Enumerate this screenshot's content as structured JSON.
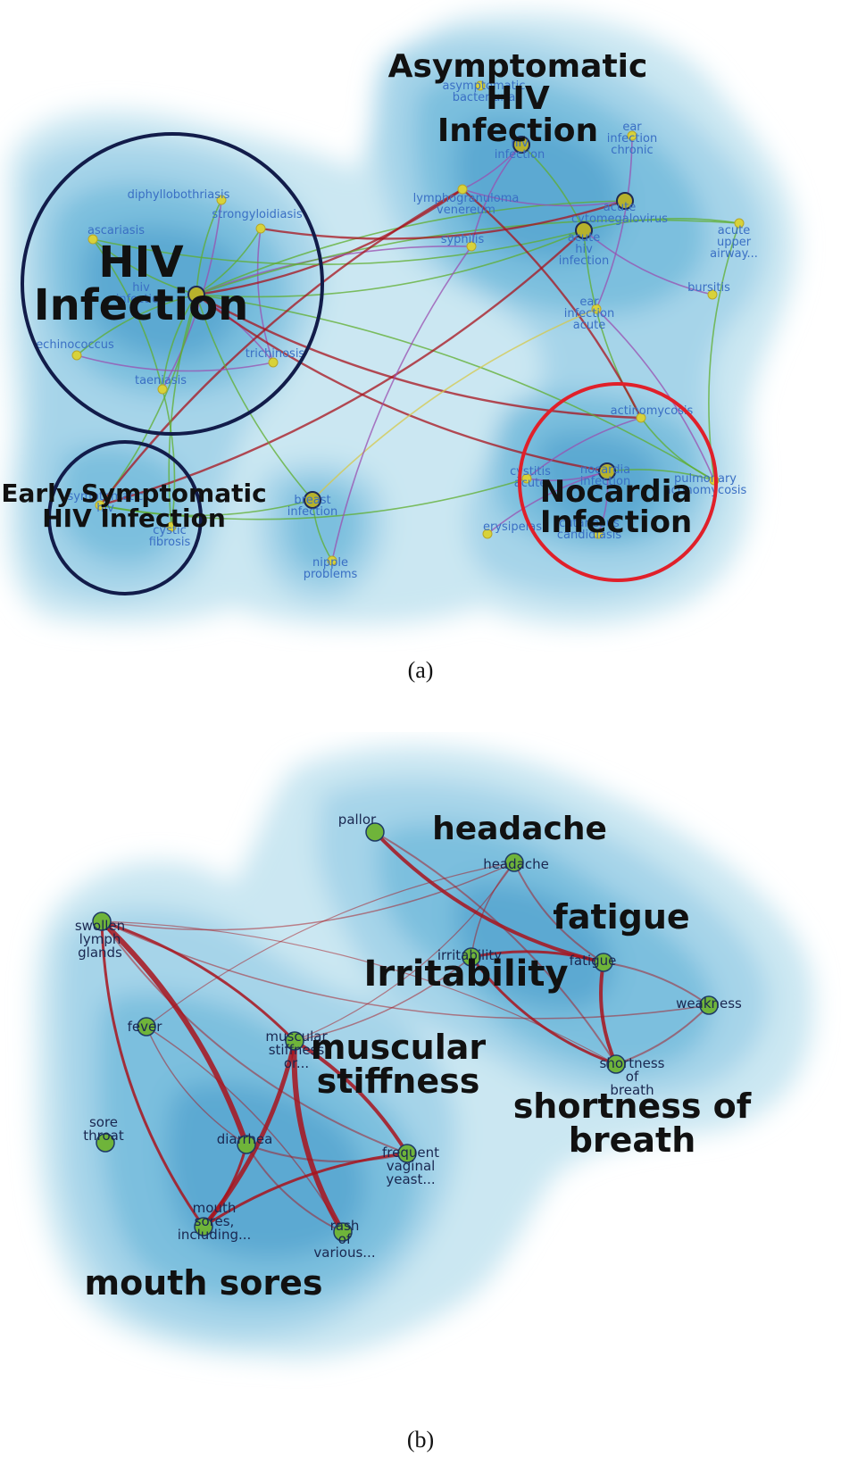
{
  "colors": {
    "contour_outer": "#c9e6f1",
    "contour_mid": "#a3d3e8",
    "contour_inner": "#79bddc",
    "contour_core": "#5aaad3",
    "circle_dark": "#121c4a",
    "circle_red": "#e0202a",
    "node_green": "#6fb43a",
    "node_yellow": "#d8d23a",
    "edge_red": "#a8131c",
    "edge_green": "#5fae2e",
    "edge_purple": "#9a4fb0"
  },
  "panel_a": {
    "caption": "(a)",
    "clusters": [
      {
        "id": "hiv",
        "label": [
          "HIV",
          "Infection"
        ]
      },
      {
        "id": "asym",
        "label": [
          "Asymptomatic",
          "HIV",
          "Infection"
        ]
      },
      {
        "id": "early",
        "label": [
          "Early Symptomatic",
          "HIV Infection"
        ]
      },
      {
        "id": "nocardia",
        "label": [
          "Nocardia",
          "Infection"
        ]
      }
    ],
    "nodes": [
      {
        "id": "diphyllobothriasis",
        "label": [
          "diphyllobothriasis"
        ]
      },
      {
        "id": "strongyloidiasis",
        "label": [
          "strongyloidiasis"
        ]
      },
      {
        "id": "ascariasis",
        "label": [
          "ascariasis"
        ]
      },
      {
        "id": "hiv_node_a",
        "label": [
          "hiv",
          "infection"
        ]
      },
      {
        "id": "echinococcus",
        "label": [
          "echinococcus"
        ]
      },
      {
        "id": "trichinosis",
        "label": [
          "trichinosis"
        ]
      },
      {
        "id": "taeniasis",
        "label": [
          "taeniasis"
        ]
      },
      {
        "id": "asym_bact",
        "label": [
          "asymptomatic",
          "bacteriuria"
        ]
      },
      {
        "id": "hiv_node_b",
        "label": [
          "hiv",
          "infection"
        ]
      },
      {
        "id": "ear_chronic",
        "label": [
          "ear",
          "infection",
          "chronic"
        ]
      },
      {
        "id": "lympho",
        "label": [
          "lymphogranuloma",
          "venereum"
        ]
      },
      {
        "id": "acute_cmv",
        "label": [
          "acute",
          "cytomegalovirus"
        ]
      },
      {
        "id": "syphilis",
        "label": [
          "syphilis"
        ]
      },
      {
        "id": "acute_hiv",
        "label": [
          "acute",
          "hiv",
          "infection"
        ]
      },
      {
        "id": "acute_upper",
        "label": [
          "acute",
          "upper",
          "airway..."
        ]
      },
      {
        "id": "bursitis",
        "label": [
          "bursitis"
        ]
      },
      {
        "id": "ear_acute",
        "label": [
          "ear",
          "infection",
          "acute"
        ]
      },
      {
        "id": "actino",
        "label": [
          "actinomycosis"
        ]
      },
      {
        "id": "pulm_actino",
        "label": [
          "pulmonary",
          "actinomycosis"
        ]
      },
      {
        "id": "cystitis",
        "label": [
          "cystitis",
          "acute"
        ]
      },
      {
        "id": "nocardia_node",
        "label": [
          "nocardia",
          "infection"
        ]
      },
      {
        "id": "erysipelas",
        "label": [
          "erysipelas"
        ]
      },
      {
        "id": "cut_cand",
        "label": [
          "cutaneous",
          "candidiasis"
        ]
      },
      {
        "id": "symptomatic_hiv",
        "label": [
          "symptomatic",
          "hiv"
        ]
      },
      {
        "id": "cystic_fibrosis",
        "label": [
          "cystic",
          "fibrosis"
        ]
      },
      {
        "id": "breast_inf",
        "label": [
          "breast",
          "infection"
        ]
      },
      {
        "id": "nipple",
        "label": [
          "nipple",
          "problems"
        ]
      }
    ]
  },
  "panel_b": {
    "caption": "(b)",
    "clusters": [
      {
        "id": "headache",
        "label": [
          "headache"
        ]
      },
      {
        "id": "fatigue",
        "label": [
          "fatigue"
        ]
      },
      {
        "id": "irritability",
        "label": [
          "Irritability"
        ]
      },
      {
        "id": "muscular",
        "label": [
          "muscular",
          "stiffness"
        ]
      },
      {
        "id": "shortness",
        "label": [
          "shortness of",
          "breath"
        ]
      },
      {
        "id": "mouth",
        "label": [
          "mouth sores"
        ]
      }
    ],
    "nodes": [
      {
        "id": "pallor",
        "label": [
          "pallor"
        ]
      },
      {
        "id": "headache_n",
        "label": [
          "headache"
        ]
      },
      {
        "id": "swollen",
        "label": [
          "swollen",
          "lymph",
          "glands"
        ]
      },
      {
        "id": "irritability_n",
        "label": [
          "irritability"
        ]
      },
      {
        "id": "fatigue_n",
        "label": [
          "fatigue"
        ]
      },
      {
        "id": "weakness",
        "label": [
          "weakness"
        ]
      },
      {
        "id": "fever",
        "label": [
          "fever"
        ]
      },
      {
        "id": "muscular_n",
        "label": [
          "muscular",
          "stiffness",
          "or..."
        ]
      },
      {
        "id": "shortness_n",
        "label": [
          "shortness",
          "of",
          "breath"
        ]
      },
      {
        "id": "sore_throat",
        "label": [
          "sore",
          "throat"
        ]
      },
      {
        "id": "diarrhea",
        "label": [
          "diarrhea"
        ]
      },
      {
        "id": "vaginal",
        "label": [
          "frequent",
          "vaginal",
          "yeast..."
        ]
      },
      {
        "id": "mouth_n",
        "label": [
          "mouth",
          "sores,",
          "including..."
        ]
      },
      {
        "id": "rash",
        "label": [
          "rash",
          "of",
          "various..."
        ]
      }
    ]
  }
}
